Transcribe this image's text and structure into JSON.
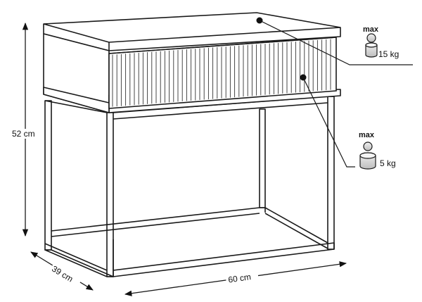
{
  "dimensions": {
    "height": "52 cm",
    "depth": "39 cm",
    "width": "60 cm"
  },
  "load_top": {
    "label": "max",
    "weight": "15 kg"
  },
  "load_drawer": {
    "label": "max",
    "weight": "5 kg"
  }
}
